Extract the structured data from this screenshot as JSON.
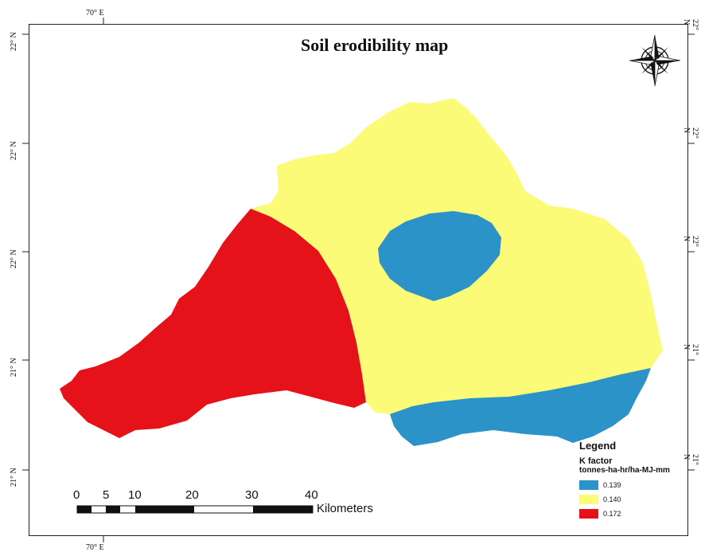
{
  "map": {
    "title": "Soil erodibility map",
    "colors": {
      "class_1": "#2b93c8",
      "class_2": "#fbfb78",
      "class_3": "#e5121a"
    },
    "north_arrow_icon": "compass-rose-icon"
  },
  "graticule": {
    "lon_top": "70° E",
    "lon_bottom": "70° E",
    "lat_left": [
      "22° N",
      "22° N",
      "22° N",
      "21° N",
      "21° N"
    ],
    "lat_right": [
      "22° N",
      "22° N",
      "22° N",
      "21° N",
      "21° N"
    ]
  },
  "legend": {
    "title": "Legend",
    "field": "K factor",
    "unit": "tonnes-ha-hr/ha-MJ-mm",
    "items": [
      {
        "label": "0.139",
        "color": "#2b93c8"
      },
      {
        "label": "0.140",
        "color": "#fbfb78"
      },
      {
        "label": "0.172",
        "color": "#e5121a"
      }
    ]
  },
  "scale_bar": {
    "ticks": [
      "0",
      "5",
      "10",
      "20",
      "30",
      "40"
    ],
    "unit": "Kilometers"
  }
}
